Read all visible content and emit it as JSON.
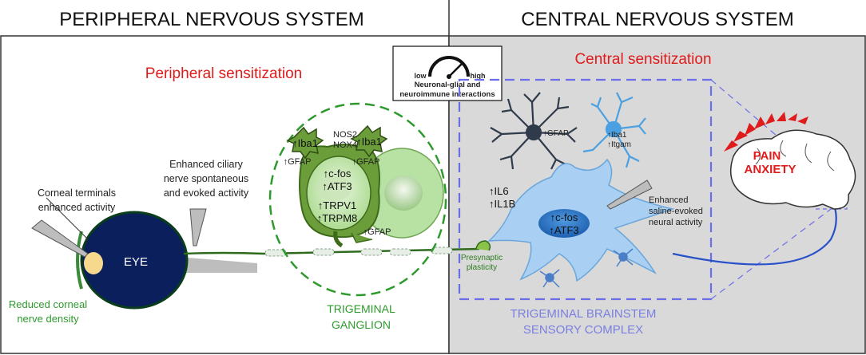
{
  "headers": {
    "pns": "PERIPHERAL NERVOUS SYSTEM",
    "cns": "CENTRAL NERVOUS SYSTEM"
  },
  "sensitization": {
    "peripheral": "Peripheral sensitization",
    "central": "Central sensitization"
  },
  "gauge": {
    "low": "low",
    "high": "high",
    "line1": "Neuronal-glial and",
    "line2": "neuroimmune interactions"
  },
  "eye": {
    "label": "EYE",
    "corneal_terminals_1": "Corneal terminals",
    "corneal_terminals_2": "enhanced activity",
    "ciliary_1": "Enhanced ciliary",
    "ciliary_2": "nerve spontaneous",
    "ciliary_3": "and evoked activity",
    "reduced_1": "Reduced corneal",
    "reduced_2": "nerve density"
  },
  "ganglion": {
    "iba1": "↑Iba1",
    "nos2": "NOS2",
    "nox4": "NOX4",
    "gfap": "↑GFAP",
    "cfos": "↑c-fos",
    "atf3": "↑ATF3",
    "trpv1": "↑TRPV1",
    "trpm8": "↑TRPM8",
    "label_1": "TRIGEMINAL",
    "label_2": "GANGLION"
  },
  "brainstem": {
    "gfap": "↑GFAP",
    "iba1": "↑Iba1",
    "itgam": "↑Itgam",
    "il6": "↑IL6",
    "il1b": "↑IL1B",
    "cfos": "↑c-fos",
    "atf3": "↑ATF3",
    "enhanced_1": "Enhanced",
    "enhanced_2": "saline-evoked",
    "enhanced_3": "neural activity",
    "presyn_1": "Presynaptic",
    "presyn_2": "plasticity",
    "label_1": "TRIGEMINAL BRAINSTEM",
    "label_2": "SENSORY COMPLEX"
  },
  "brain": {
    "pain": "PAIN",
    "anxiety": "ANXIETY"
  },
  "colors": {
    "pns_bg": "#ffffff",
    "cns_bg": "#d9d9d9",
    "red_text": "#e01b1b",
    "green_dark": "#2e7d1f",
    "green_fill": "#8bc34a",
    "blue_dashed": "#6b6ee8",
    "astro_blue": "#5aa9e6",
    "eye_navy": "#0b1f5c"
  }
}
